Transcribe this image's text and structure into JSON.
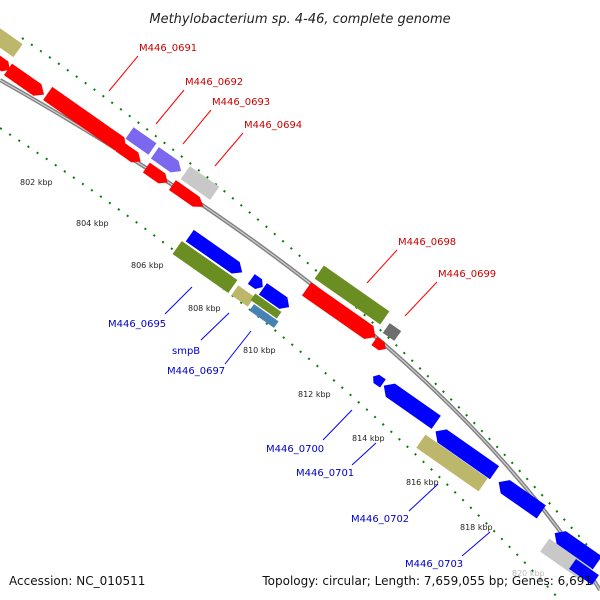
{
  "title": "Methylobacterium sp. 4-46, complete genome",
  "footer": {
    "accession": "Accession: NC_010511",
    "summary": "Topology: circular; Length: 7,659,055 bp; Genes: 6,691"
  },
  "colors": {
    "red": "#ff0000",
    "blue": "#0000ff",
    "olive": "#6b8e23",
    "purple": "#7b68ee",
    "khaki": "#bdb76b",
    "silver": "#c8c8c8",
    "gray": "#6e6e6e",
    "steel": "#4682b4",
    "backbone": "#808080",
    "tick": "#008000"
  },
  "ticks": [
    "802 kbp",
    "804 kbp",
    "806 kbp",
    "808 kbp",
    "810 kbp",
    "812 kbp",
    "814 kbp",
    "816 kbp",
    "818 kbp",
    "820 kbp"
  ],
  "labels_forward": [
    "M446_0691",
    "M446_0692",
    "M446_0693",
    "M446_0694",
    "M446_0698",
    "M446_0699"
  ],
  "labels_reverse": [
    "M446_0695",
    "smpB",
    "M446_0697",
    "M446_0700",
    "M446_0701",
    "M446_0702",
    "M446_0703"
  ]
}
